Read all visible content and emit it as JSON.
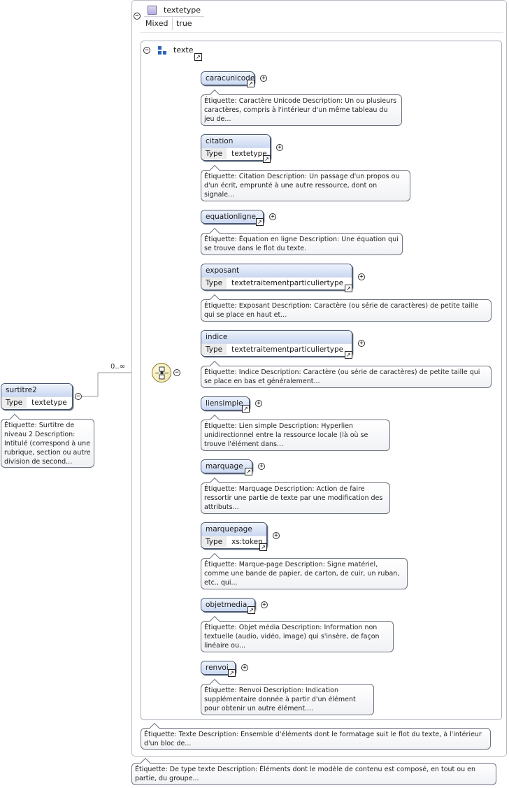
{
  "outer_group": {
    "type_name": "textetype",
    "attributes": [
      {
        "key": "Mixed",
        "value": "true"
      }
    ],
    "annotation": "Étiquette: De type texte Description: Éléments dont le modèle de contenu est composé, en tout ou en partie, du groupe..."
  },
  "group": {
    "name": "texte",
    "annotation": "Étiquette: Texte Description: Ensemble d'éléments dont le formatage suit le flot du texte, à l'intérieur d'un bloc de..."
  },
  "root": {
    "name": "surtitre2",
    "type_label": "Type",
    "type_value": "textetype",
    "annotation": "Étiquette: Surtitre de niveau 2 Description: Intitulé (correspond à une rubrique, section ou autre division de second..."
  },
  "choice": {
    "occurrence": "0..∞"
  },
  "elements": [
    {
      "name": "caracunicode",
      "type": null,
      "annotation": "Étiquette: Caractère Unicode Description: Un ou plusieurs caractères, compris à l'intérieur d'un même tableau du jeu de..."
    },
    {
      "name": "citation",
      "type": "textetype",
      "annotation": "Étiquette: Citation Description: Un passage d'un propos ou d'un écrit, emprunté à une autre ressource, dont on signale..."
    },
    {
      "name": "equationligne",
      "type": null,
      "annotation": "Étiquette: Équation en ligne Description: Une équation qui se trouve dans le flot du texte."
    },
    {
      "name": "exposant",
      "type": "textetraitementparticuliertype",
      "annotation": "Étiquette: Exposant Description: Caractère (ou série de caractères) de petite taille qui se place en haut et..."
    },
    {
      "name": "indice",
      "type": "textetraitementparticuliertype",
      "annotation": "Étiquette: Indice Description: Caractère (ou série de caractères) de petite taille qui se place en bas et généralement..."
    },
    {
      "name": "liensimple",
      "type": null,
      "annotation": "Étiquette: Lien simple Description: Hyperlien unidirectionnel entre la ressource locale (là où se trouve l'élément dans..."
    },
    {
      "name": "marquage",
      "type": null,
      "annotation": "Étiquette: Marquage Description: Action de faire ressortir une partie de texte par une modification des attributs..."
    },
    {
      "name": "marquepage",
      "type": "xs:token",
      "annotation": "Étiquette: Marque-page Description: Signe matériel, comme une bande de papier, de carton, de cuir, un ruban, etc., qui..."
    },
    {
      "name": "objetmedia",
      "type": null,
      "annotation": "Étiquette: Objet média Description: Information non textuelle (audio, vidéo, image) qui s'insère, de façon linéaire ou..."
    },
    {
      "name": "renvoi",
      "type": null,
      "annotation": "Étiquette: Renvoi Description: Indication supplémentaire donnée à partir d'un élément pour obtenir un autre élément...."
    }
  ],
  "labels": {
    "type": "Type",
    "expand": "+",
    "collapse": "−"
  }
}
